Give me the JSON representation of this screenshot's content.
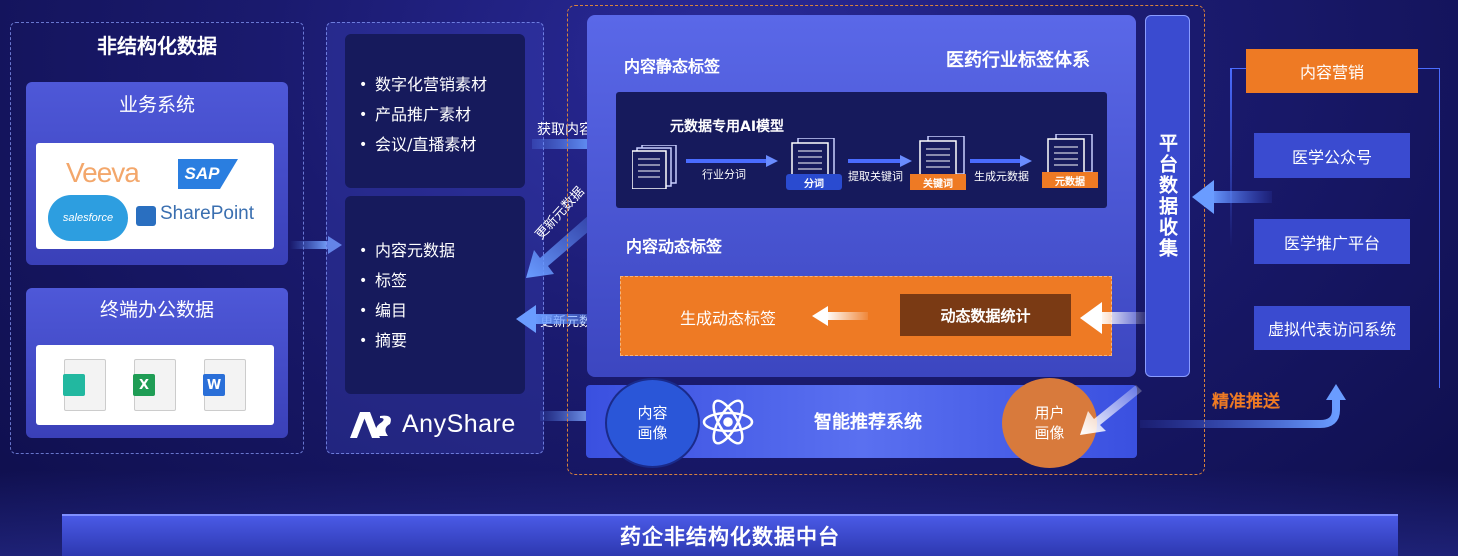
{
  "left": {
    "title": "非结构化数据",
    "business": {
      "title": "业务系统",
      "logos": [
        "Veeva",
        "SAP",
        "salesforce",
        "SharePoint"
      ]
    },
    "office": {
      "title": "终端办公数据"
    }
  },
  "middle": {
    "top_items": [
      "数字化营销素材",
      "产品推广素材",
      "会议/直播素材"
    ],
    "bottom_items": [
      "内容元数据",
      "标签",
      "编目",
      "摘要"
    ],
    "brand": "AnyShare"
  },
  "arrows": {
    "get_content": "获取内容",
    "update_meta_1": "更新元数据",
    "update_meta_2": "更新元数据"
  },
  "center": {
    "system_title": "医药行业标签体系",
    "static_title": "内容静态标签",
    "ai_model": "元数据专用AI模型",
    "steps": [
      "行业分词",
      "提取关键词",
      "生成元数据"
    ],
    "badges": [
      "分词",
      "关键词",
      "元数据"
    ],
    "dynamic_title": "内容动态标签",
    "dynamic_gen": "生成动态标签",
    "dynamic_stats": "动态数据统计",
    "recommend": "智能推荐系统",
    "content_profile": "内容\n画像",
    "user_profile": "用户\n画像"
  },
  "platform": {
    "label": "平台数据收集"
  },
  "right": {
    "items": [
      "内容营销",
      "医学公众号",
      "医学推广平台",
      "虚拟代表访问系统"
    ],
    "push": "精准推送"
  },
  "bottom": {
    "title": "药企非结构化数据中台"
  },
  "colors": {
    "orange": "#ee7a24",
    "panel": "#4e58d8",
    "navy": "#161a5c"
  }
}
